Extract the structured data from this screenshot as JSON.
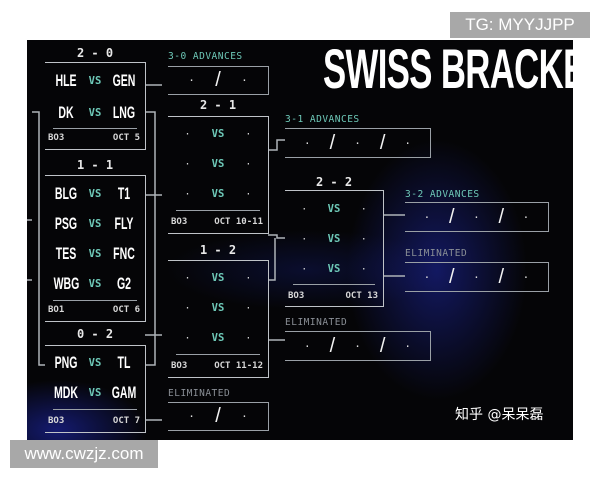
{
  "title": "SWISS BRACKET",
  "watermarks": {
    "top": "TG: MYYJJPP",
    "bottom": "www.cwzjz.com",
    "zhihu": "知乎 @呆呆磊"
  },
  "colors": {
    "background": "#050507",
    "advances": "#6ec9b8",
    "eliminated": "#8a8f96",
    "vs": "#6ec9b8"
  },
  "vs": "VS",
  "dot": "·",
  "slash": "/",
  "rounds": {
    "r20": {
      "record": "2 - 0",
      "matches": [
        [
          "HLE",
          "GEN"
        ],
        [
          "DK",
          "LNG"
        ]
      ],
      "format": "BO3",
      "date": "OCT 5"
    },
    "r11": {
      "record": "1 - 1",
      "matches": [
        [
          "BLG",
          "T1"
        ],
        [
          "PSG",
          "FLY"
        ],
        [
          "TES",
          "FNC"
        ],
        [
          "WBG",
          "G2"
        ]
      ],
      "format": "BO1",
      "date": "OCT 6"
    },
    "r02": {
      "record": "0 - 2",
      "matches": [
        [
          "PNG",
          "TL"
        ],
        [
          "MDK",
          "GAM"
        ]
      ],
      "format": "BO3",
      "date": "OCT 7"
    },
    "r21": {
      "record": "2 - 1",
      "format": "BO3",
      "date": "OCT 10-11"
    },
    "r12": {
      "record": "1 - 2",
      "format": "BO3",
      "date": "OCT 11-12"
    },
    "r22": {
      "record": "2 - 2",
      "format": "BO3",
      "date": "OCT 13"
    }
  },
  "results": {
    "adv30": "3-0 ADVANCES",
    "elim03": "ELIMINATED",
    "adv31": "3-1 ADVANCES",
    "elim13": "ELIMINATED",
    "adv32": "3-2 ADVANCES",
    "elim23": "ELIMINATED"
  }
}
